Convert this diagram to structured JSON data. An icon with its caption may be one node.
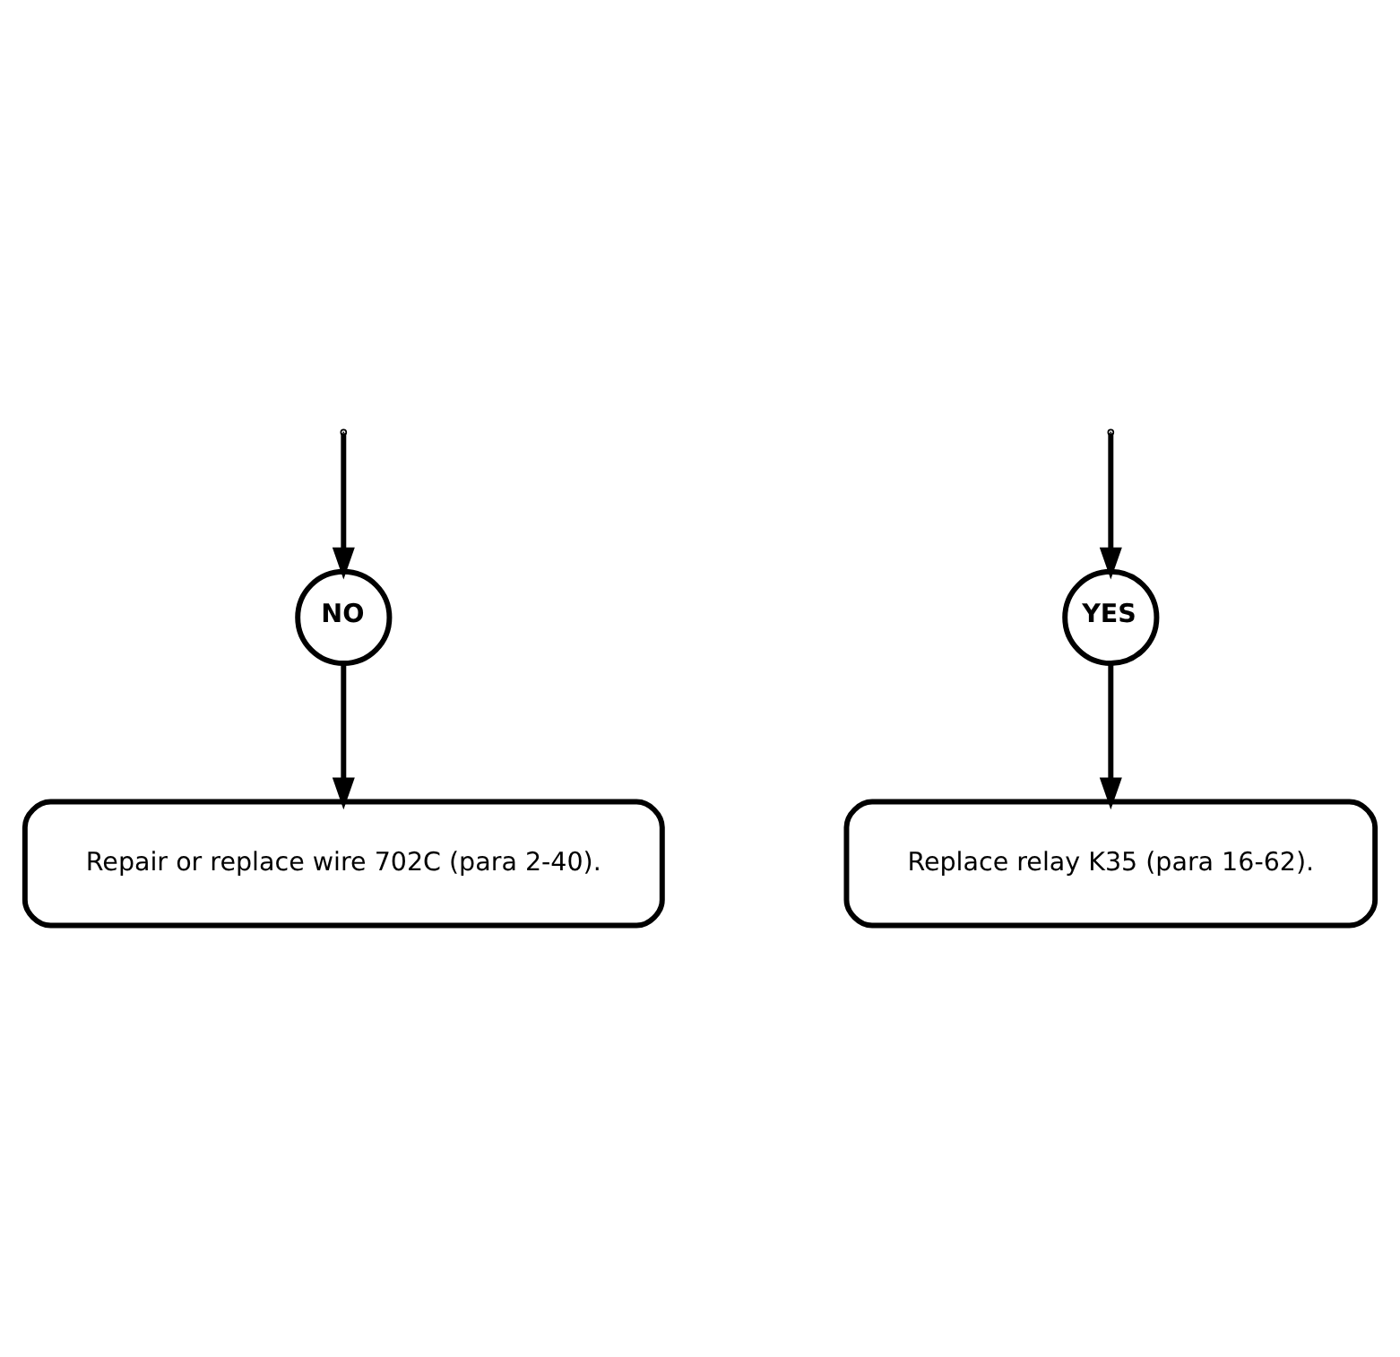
{
  "diagram": {
    "nodes": [
      {
        "text": [
          "NO"
        ]
      },
      {
        "text": [
          "YES"
        ]
      },
      {
        "text": [
          "Repair or replace wire 702C (para 2-40)."
        ]
      },
      {
        "text": [
          "Replace relay K35 (para 16-62)."
        ]
      }
    ],
    "edges": [
      {
        "from": null,
        "to": 0,
        "arrow": "to"
      },
      {
        "from": null,
        "to": 1,
        "arrow": "to"
      },
      {
        "from": 0,
        "to": 2,
        "arrow": "to"
      },
      {
        "from": 1,
        "to": 3,
        "arrow": "to"
      }
    ]
  }
}
